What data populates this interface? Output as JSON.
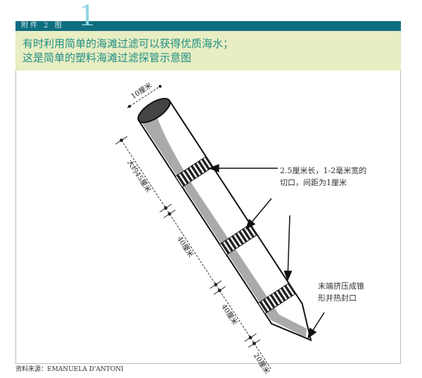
{
  "header": {
    "label": "附件 2 图",
    "figure_number": "1"
  },
  "title": {
    "line1": "有时利用简单的海滩过滤可以获得优质海水；",
    "line2": "这是简单的塑料海滩过滤探管示意图"
  },
  "dimensions": {
    "diameter": "10厘米",
    "segment1": "大约45厘米",
    "segment2": "40厘米",
    "segment3": "40厘米",
    "segment4": "20厘米"
  },
  "annotations": {
    "slots_line1": "2.5厘米长，1-2毫米宽的",
    "slots_line2": "切口，间距为1厘米",
    "tip_line1": "末端挤压成锥",
    "tip_line2": "形并热封口"
  },
  "source": "资料来源：EMANUELA D'ANTONI",
  "colors": {
    "bar": "#0f6e80",
    "panel": "#e8edc2",
    "title_text": "#1f8f86",
    "number": "#8fd3e3"
  }
}
